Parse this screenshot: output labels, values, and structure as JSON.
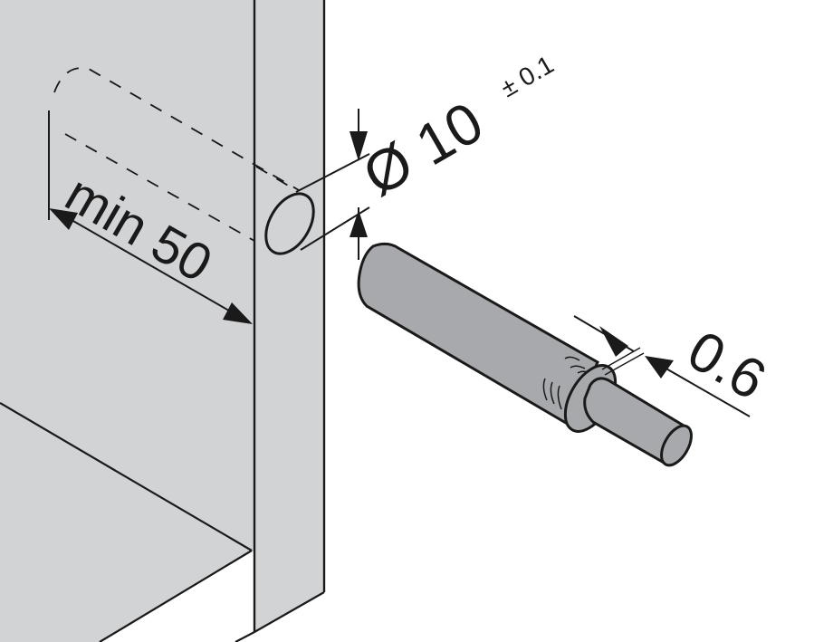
{
  "diagram": {
    "type": "technical-assembly-drawing",
    "subject": "push-to-open buffer / plug-in damper installation",
    "colors": {
      "panel_fill": "#d2d3d5",
      "piston_fill": "#a8a9ac",
      "stroke": "#1a1a1a",
      "background": "#ffffff"
    },
    "dimensions": {
      "bore_diameter": {
        "symbol": "Ø",
        "value": "10",
        "tolerance": "± 0.1"
      },
      "min_depth": {
        "prefix": "min",
        "value": "50"
      },
      "collar_gap": {
        "value": "0.6"
      }
    },
    "parts": [
      {
        "id": "cabinet-side-panel",
        "label": "cabinet side panel"
      },
      {
        "id": "front-edge",
        "label": "panel front edge"
      },
      {
        "id": "drilled-hole",
        "label": "drilled bore hole"
      },
      {
        "id": "damper-piston",
        "label": "damper piston"
      }
    ]
  }
}
